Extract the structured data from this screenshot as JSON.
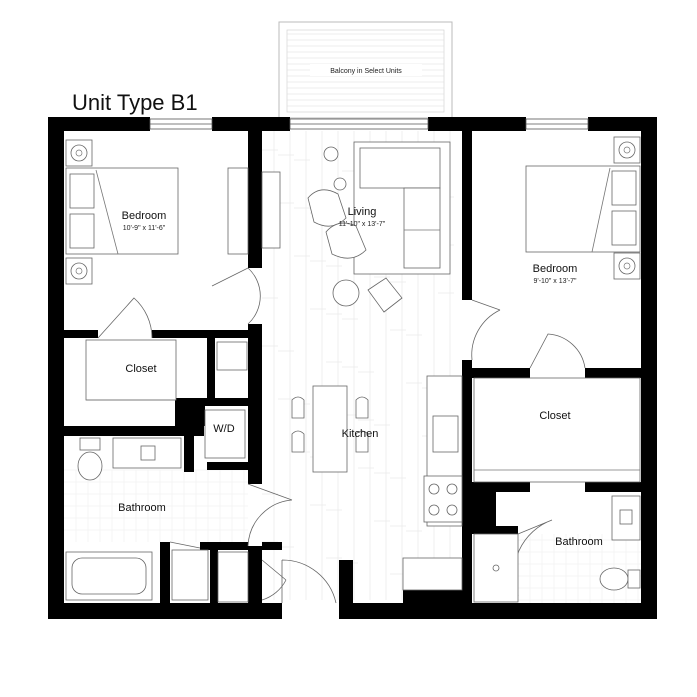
{
  "title": "Unit Type B1",
  "balcony_label": "Balcony in Select Units",
  "rooms": {
    "bedroom_left": {
      "name": "Bedroom",
      "dims": "10'-9\" x 11'-6\""
    },
    "living": {
      "name": "Living",
      "dims": "11'-10\" x 13'-7\""
    },
    "bedroom_right": {
      "name": "Bedroom",
      "dims": "9'-10\" x 13'-7\""
    },
    "closet_left": {
      "name": "Closet"
    },
    "closet_right": {
      "name": "Closet"
    },
    "wd": {
      "name": "W/D"
    },
    "kitchen": {
      "name": "Kitchen"
    },
    "bathroom_left": {
      "name": "Bathroom"
    },
    "bathroom_right": {
      "name": "Bathroom"
    }
  },
  "colors": {
    "wall": "#000000",
    "line": "#777777",
    "background": "#ffffff"
  }
}
